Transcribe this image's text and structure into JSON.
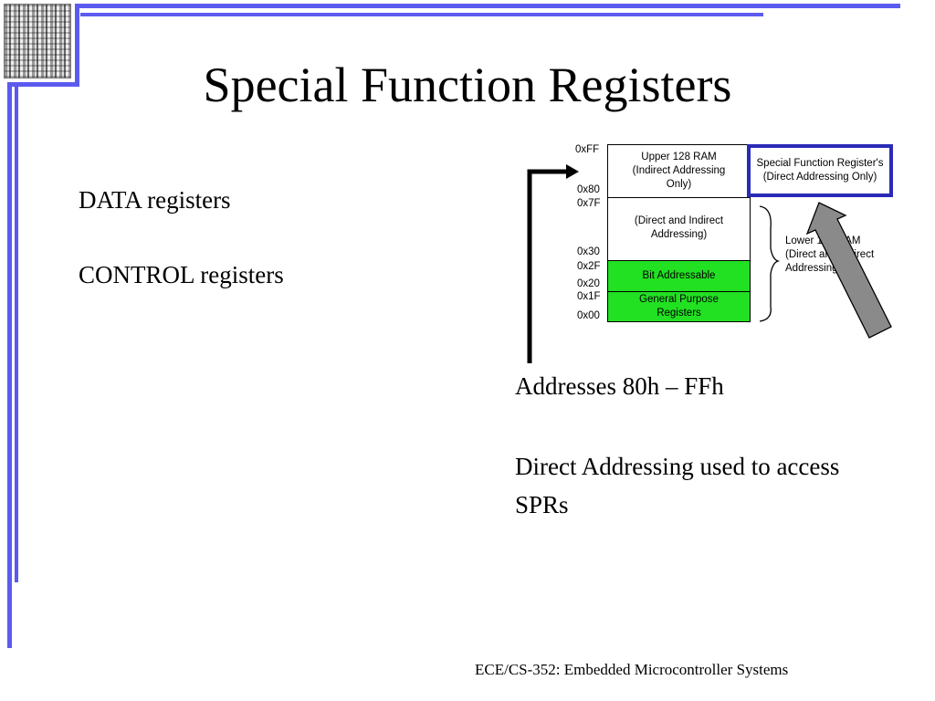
{
  "slide": {
    "title": "Special Function Registers",
    "bullets_left": [
      "DATA registers",
      "CONTROL registers"
    ],
    "bullets_right": [
      "Addresses 80h – FFh",
      "Direct Addressing used to access SPRs"
    ],
    "footer": "ECE/CS-352: Embedded Microcontroller Systems",
    "accent_color": "#5b5bf0"
  },
  "diagram": {
    "addresses": [
      "0xFF",
      "0x80",
      "0x7F",
      "0x30",
      "0x2F",
      "0x20",
      "0x1F",
      "0x00"
    ],
    "blocks": {
      "upper_ram": "Upper 128 RAM (Indirect Addressing Only)",
      "direct_indirect": "(Direct and Indirect Addressing)",
      "bit_addressable": "Bit Addressable",
      "general_purpose": "General Purpose Registers",
      "sfr": "Special Function Register's (Direct Addressing Only)"
    },
    "lower_ram_label": [
      "Lower 128 RAM",
      "(Direct and Indirect",
      "Addressing)"
    ],
    "colors": {
      "green": "#22e022",
      "highlight": "#2a2ab8",
      "arrow": "#8a8a8a"
    }
  }
}
